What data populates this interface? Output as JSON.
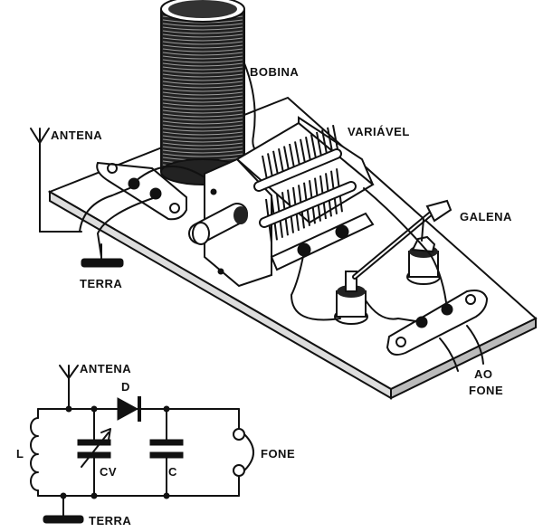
{
  "labels": {
    "bobina": "BOBINA",
    "antena_top": "ANTENA",
    "variavel": "VARIÁVEL",
    "galena": "GALENA",
    "terra_top": "TERRA",
    "ao": "AO",
    "fone_top": "FONE",
    "antena_schematic": "ANTENA",
    "d": "D",
    "l": "L",
    "cv": "CV",
    "c": "C",
    "fone_schematic": "FONE",
    "terra_schematic": "TERRA"
  },
  "colors": {
    "ink": "#111111",
    "paper": "#ffffff"
  }
}
